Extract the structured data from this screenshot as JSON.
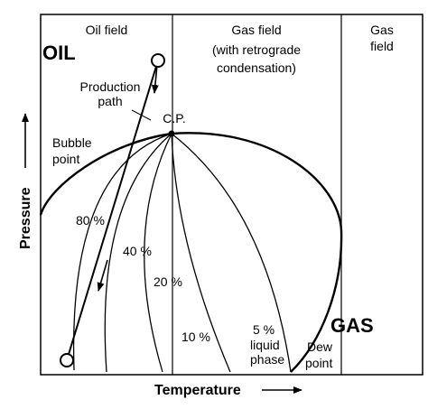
{
  "regions": {
    "oil_field": "Oil field",
    "gas_field_line1": "Gas field",
    "gas_field_line2": "(with retrograde",
    "gas_field_line3": "condensation)",
    "gas_field2_line1": "Gas",
    "gas_field2_line2": "field"
  },
  "phases": {
    "oil": "OIL",
    "gas": "GAS"
  },
  "labels": {
    "production_path_line1": "Production",
    "production_path_line2": "path",
    "critical_point": "C.P.",
    "bubble_point_line1": "Bubble",
    "bubble_point_line2": "point",
    "dew_point_line1": "Dew",
    "dew_point_line2": "point",
    "liquid_pct_80": "80 %",
    "liquid_pct_40": "40 %",
    "liquid_pct_20": "20 %",
    "liquid_pct_10": "10 %",
    "liquid_pct_5": "5 %",
    "liquid_phase_line1": "liquid",
    "liquid_phase_line2": "phase"
  },
  "axes": {
    "x_label": "Temperature",
    "y_label": "Pressure"
  }
}
